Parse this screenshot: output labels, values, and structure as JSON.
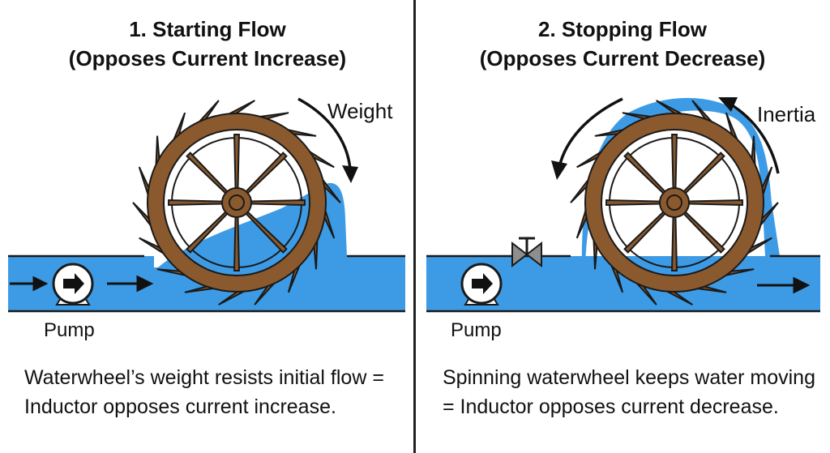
{
  "panels": [
    {
      "title_line1": "1. Starting Flow",
      "title_line2": "(Opposes Current Increase)",
      "rotation_label": "Weight",
      "pump_label": "Pump",
      "caption": "Waterwheel’s weight resists initial flow = Inductor opposes current increase."
    },
    {
      "title_line1": "2. Stopping Flow",
      "title_line2": "(Opposes Current Decrease)",
      "rotation_label": "Inertia",
      "pump_label": "Pump",
      "caption": "Spinning waterwheel keeps water moving = Inductor opposes current decrease."
    }
  ],
  "colors": {
    "water": "#3d9be5",
    "wood": "#8a5a2e",
    "wood_dark": "#5a3a1c",
    "outline": "#1a1a1a",
    "valve": "#8e8e8e"
  },
  "icons": [
    "pump-icon",
    "waterwheel-icon",
    "valve-icon",
    "arrow-icon",
    "curved-arrow-icon"
  ]
}
